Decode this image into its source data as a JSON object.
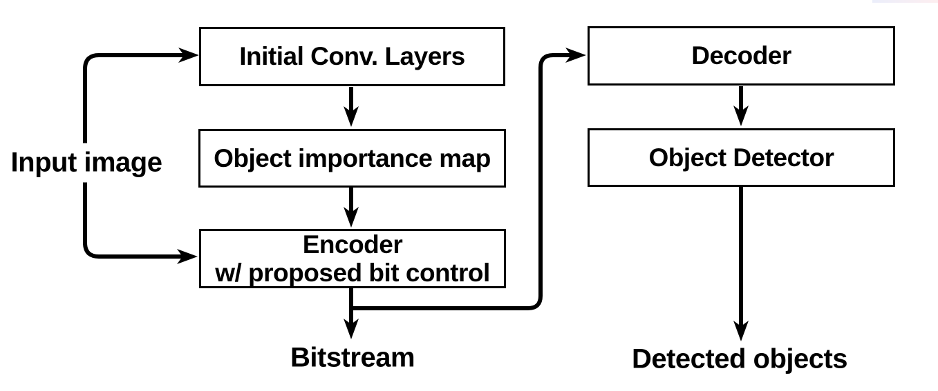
{
  "diagram": {
    "type": "flowchart",
    "nodes": {
      "initial_conv": {
        "label": "Initial Conv. Layers"
      },
      "importance_map": {
        "label": "Object importance map"
      },
      "encoder": {
        "line1": "Encoder",
        "line2": "w/ proposed bit control"
      },
      "decoder": {
        "label": "Decoder"
      },
      "object_detector": {
        "label": "Object Detector"
      }
    },
    "labels": {
      "input": "Input image",
      "bitstream": "Bitstream",
      "detected": "Detected objects"
    },
    "edges": [
      {
        "from": "Input image",
        "to": "Initial Conv. Layers"
      },
      {
        "from": "Input image",
        "to": "Encoder w/ proposed bit control"
      },
      {
        "from": "Initial Conv. Layers",
        "to": "Object importance map"
      },
      {
        "from": "Object importance map",
        "to": "Encoder w/ proposed bit control"
      },
      {
        "from": "Encoder w/ proposed bit control",
        "to": "Bitstream"
      },
      {
        "from": "Encoder w/ proposed bit control",
        "to": "Decoder"
      },
      {
        "from": "Decoder",
        "to": "Object Detector"
      },
      {
        "from": "Object Detector",
        "to": "Detected objects"
      }
    ],
    "colors": {
      "line": "#000000",
      "box_border": "#000000",
      "box_fill": "#ffffff",
      "background": "#ffffff",
      "artifact_left": "#e9ecfa",
      "artifact_right": "#fdecee"
    }
  }
}
